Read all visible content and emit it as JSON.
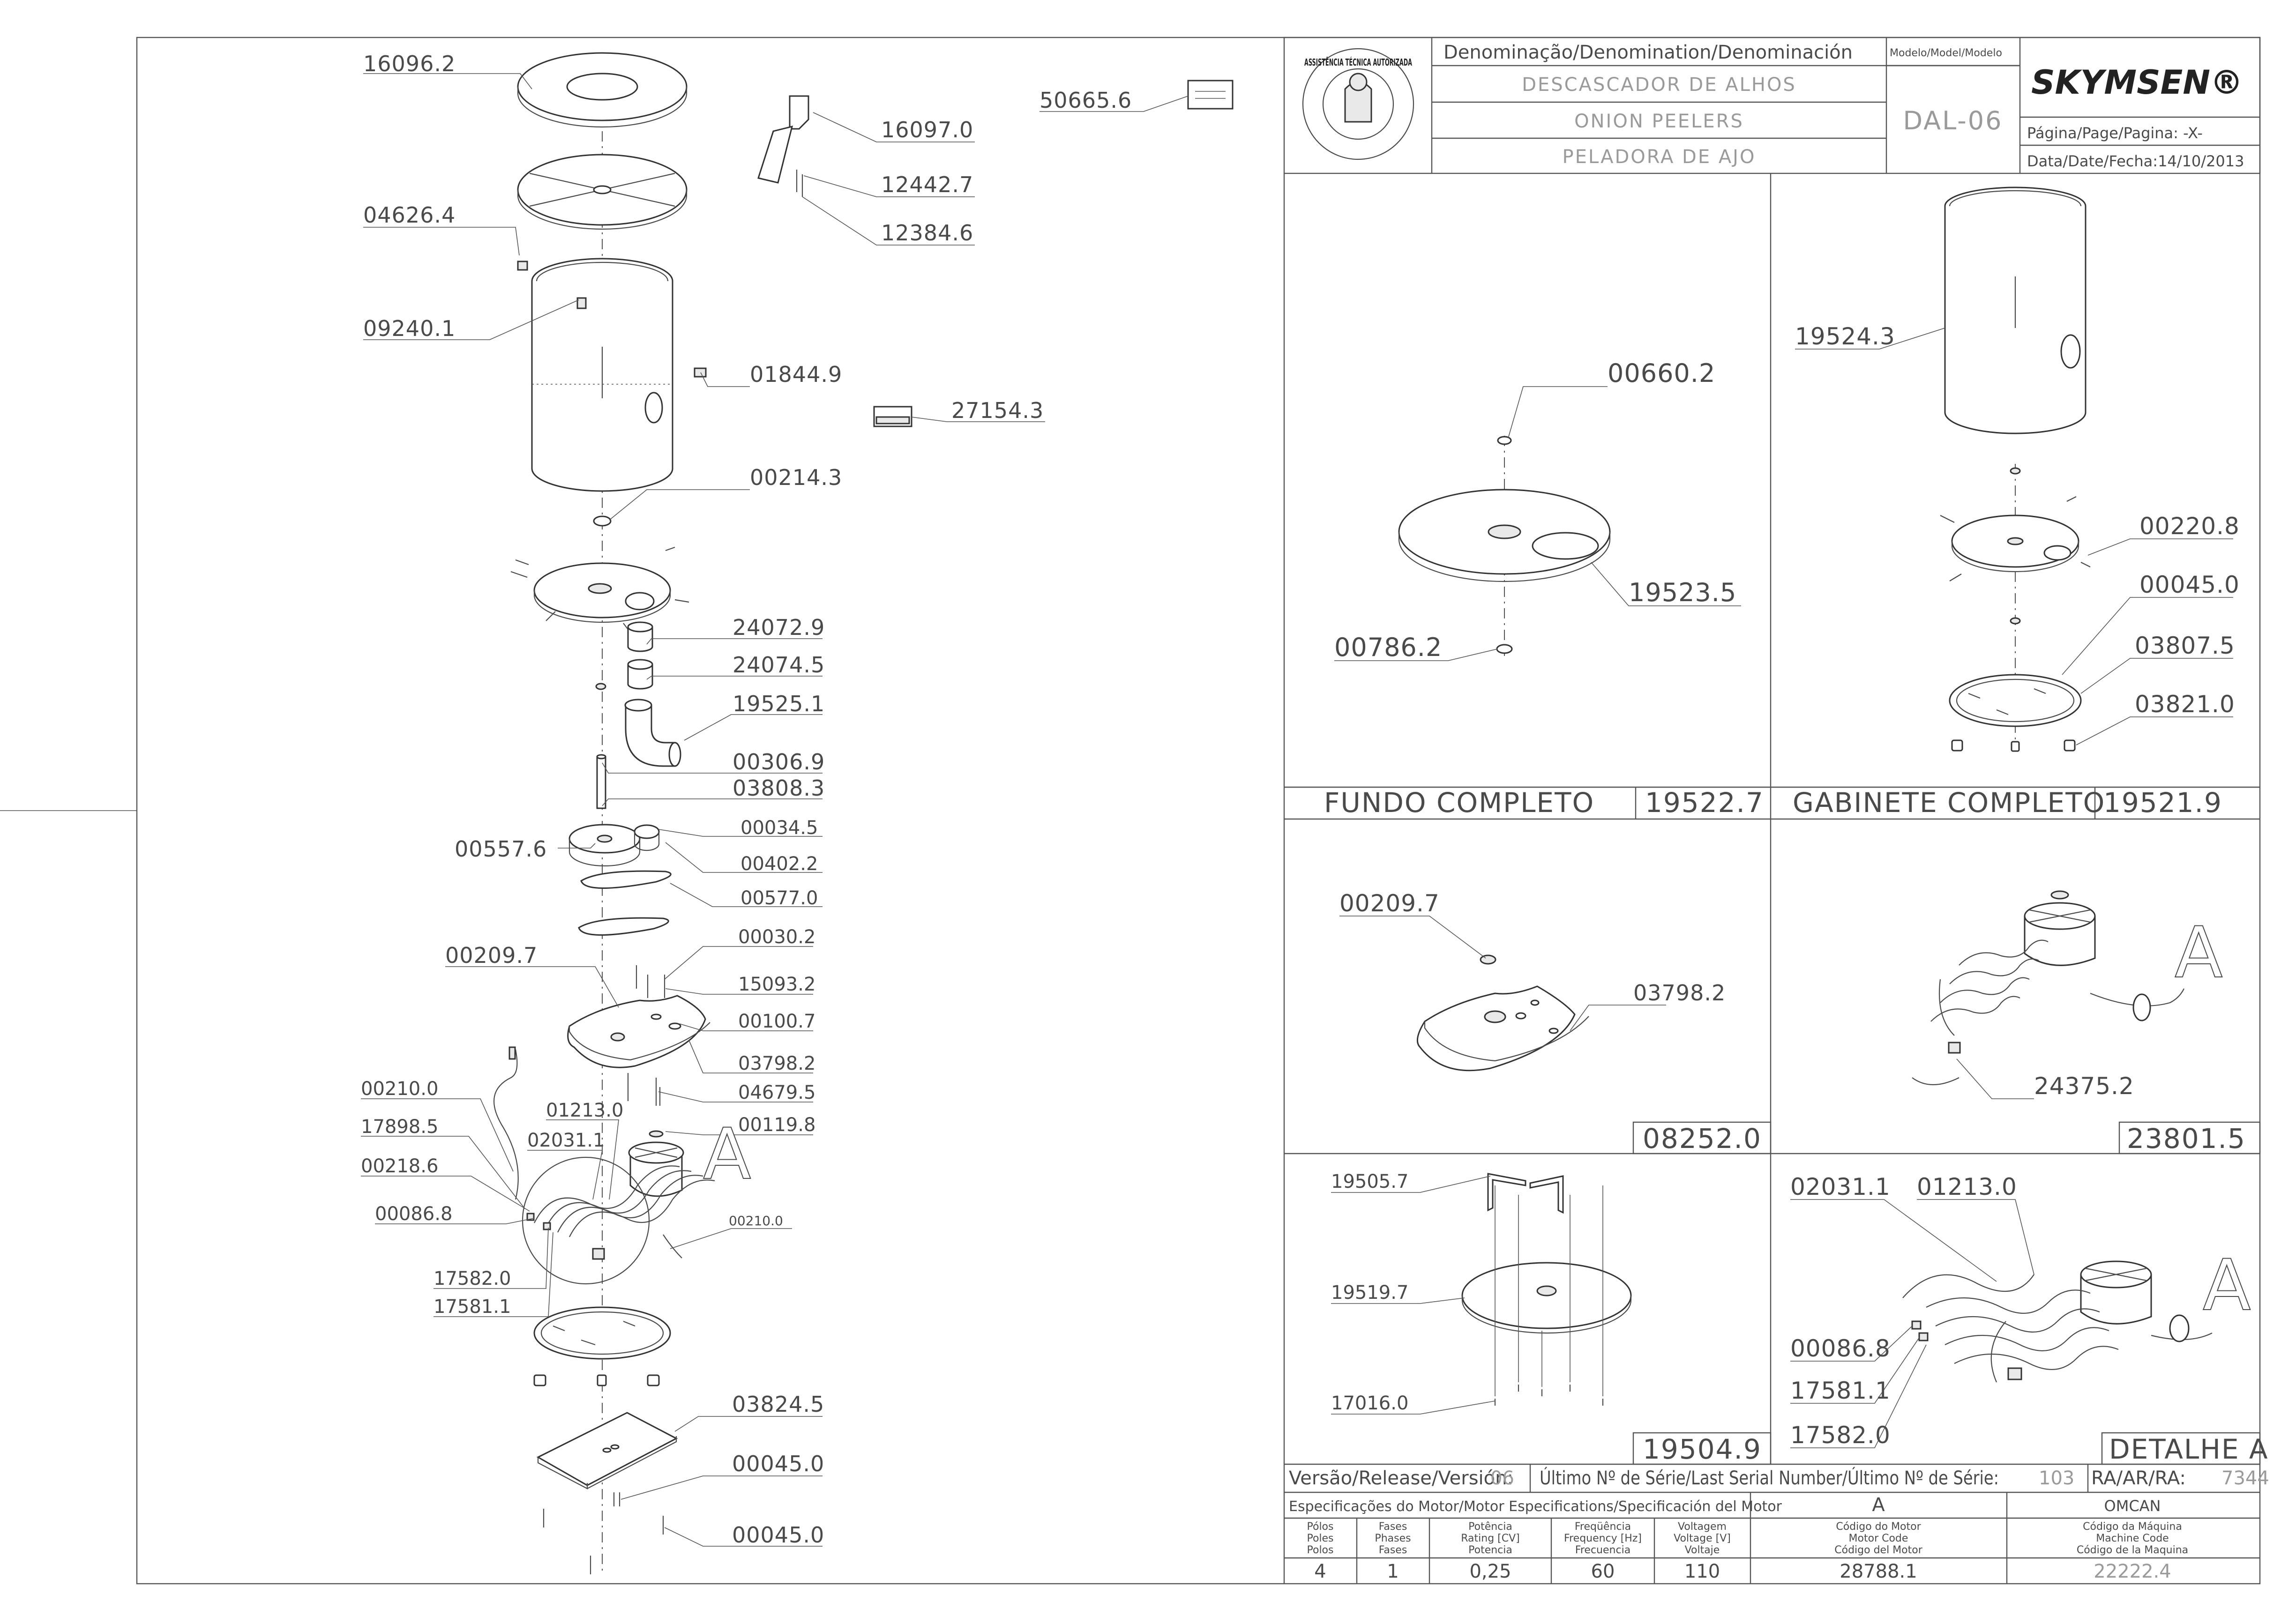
{
  "title_block": {
    "denomination_header": "Denominação/Denomination/Denominación",
    "model_header": "Modelo/Model/Modelo",
    "name_pt": "DESCASCADOR DE ALHOS",
    "name_en": "ONION PEELERS",
    "name_es": "PELADORA DE AJO",
    "model": "DAL-06",
    "brand": "SKYMSEN®",
    "page_label": "Página/Page/Pagina: -X-",
    "date_label": "Data/Date/Fecha:14/10/2013",
    "seal_text": "ASSISTÊNCIA TÉCNICA AUTORIZADA"
  },
  "main_labels": {
    "p16096": "16096.2",
    "p04626": "04626.4",
    "p09240": "09240.1",
    "p01844": "01844.9",
    "p00214": "00214.3",
    "p24072": "24072.9",
    "p24074": "24074.5",
    "p19525": "19525.1",
    "p00306": "00306.9",
    "p03808": "03808.3",
    "p00557": "00557.6",
    "p00034": "00034.5",
    "p00402": "00402.2",
    "p00577": "00577.0",
    "p00209": "00209.7",
    "p00030": "00030.2",
    "p15093": "15093.2",
    "p00100": "00100.7",
    "p03798": "03798.2",
    "p04679": "04679.5",
    "p00119": "00119.8",
    "p00210a": "00210.0",
    "p17898": "17898.5",
    "p01213": "01213.0",
    "p02031": "02031.1",
    "p00218": "00218.6",
    "p00086": "00086.8",
    "p00210b": "00210.0",
    "p17582": "17582.0",
    "p17581": "17581.1",
    "p03824": "03824.5",
    "p00045a": "00045.0",
    "p00045b": "00045.0",
    "p16097": "16097.0",
    "p12442": "12442.7",
    "p12384": "12384.6",
    "p50665": "50665.6",
    "p27154": "27154.3",
    "detail_marker": "A"
  },
  "panels": {
    "fundo": {
      "p00660": "00660.2",
      "p19523": "19523.5",
      "p00786": "00786.2",
      "title": "FUNDO COMPLETO",
      "code": "19522.7"
    },
    "gabinete": {
      "p19524": "19524.3",
      "p00220": "00220.8",
      "p00045": "00045.0",
      "p03807": "03807.5",
      "p03821": "03821.0",
      "title": "GABINETE COMPLETO",
      "code": "19521.9"
    },
    "base": {
      "p00209": "00209.7",
      "p03798": "03798.2",
      "code": "08252.0"
    },
    "motor": {
      "p24375": "24375.2",
      "code": "23801.5",
      "marker": "A"
    },
    "feet": {
      "p19505": "19505.7",
      "p19519": "19519.7",
      "p17016": "17016.0",
      "code": "19504.9"
    },
    "detail": {
      "p02031": "02031.1",
      "p01213": "01213.0",
      "p00086": "00086.8",
      "p17581": "17581.1",
      "p17582": "17582.0",
      "title": "DETALHE A",
      "marker": "A"
    }
  },
  "release_row": {
    "version_label": "Versão/Release/Versión:",
    "version_value": "06",
    "serial_label": "Último Nº de Série/Last Serial Number/Último Nº de Série:",
    "serial_value": "103",
    "ra_label": "RA/AR/RA:",
    "ra_value": "7344"
  },
  "motor_specs": {
    "header": "Especificações do Motor/Motor Especifications/Specificación del Motor",
    "group_a": "A",
    "group_omcan": "OMCAN",
    "columns": [
      {
        "l1": "Pólos",
        "l2": "Poles",
        "l3": "Polos",
        "value": "4"
      },
      {
        "l1": "Fases",
        "l2": "Phases",
        "l3": "Fases",
        "value": "1"
      },
      {
        "l1": "Potência",
        "l2": "Rating [CV]",
        "l3": "Potencia",
        "value": "0,25"
      },
      {
        "l1": "Freqüência",
        "l2": "Frequency [Hz]",
        "l3": "Frecuencia",
        "value": "60"
      },
      {
        "l1": "Voltagem",
        "l2": "Voltage [V]",
        "l3": "Voltaje",
        "value": "110"
      },
      {
        "l1": "Código do Motor",
        "l2": "Motor Code",
        "l3": "Código del Motor",
        "value": "28788.1"
      },
      {
        "l1": "Código da Máquina",
        "l2": "Machine Code",
        "l3": "Código de la Maquina",
        "value": "22222.4"
      }
    ]
  }
}
